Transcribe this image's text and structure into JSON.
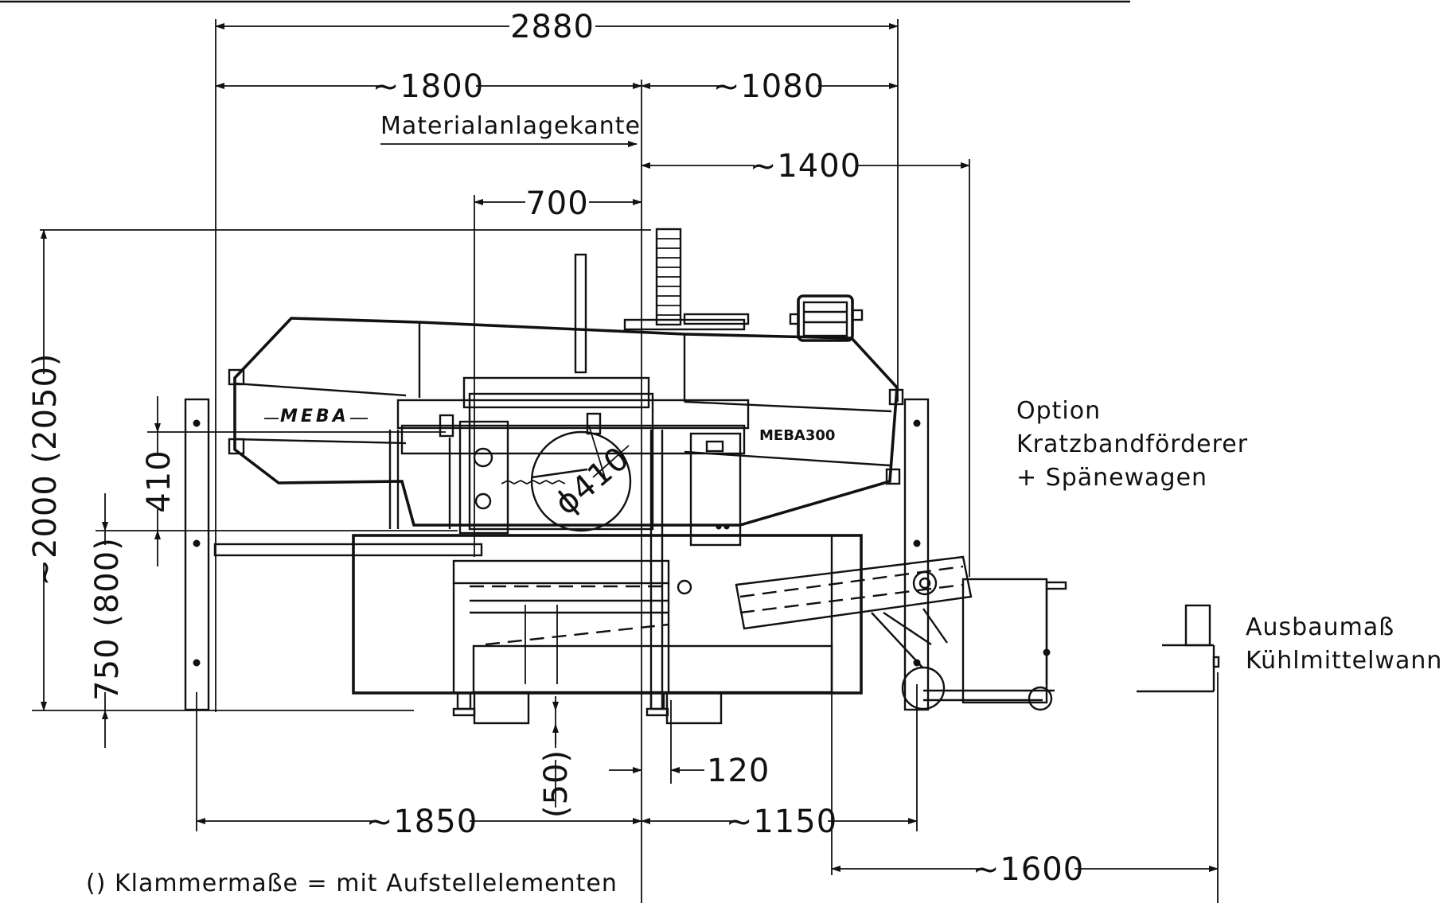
{
  "dimensions": {
    "total_width": "2880",
    "left_width": "~1800",
    "right_width": "~1080",
    "conveyor_width": "~1400",
    "offset_700": "700",
    "blade_diameter": "ϕ410",
    "height_total": "~2000 (2050)",
    "height_410": "410",
    "height_750": "750 (800)",
    "foot_50": "(50)",
    "gap_120": "120",
    "bottom_left": "~1850",
    "bottom_right": "~1150",
    "coolant_depth": "~1600"
  },
  "labels": {
    "material_edge": "Materialanlagekante",
    "option_line1": "Option",
    "option_line2": "Kratzbandförderer",
    "option_line3": "+ Spänewagen",
    "coolant_line1": "Ausbaumaß",
    "coolant_line2": "Kühlmittelwanne",
    "footnote": "() Klammermaße = mit Aufstellelementen"
  },
  "branding": {
    "logo_left": "MEBA",
    "logo_right": "MEBA300"
  }
}
